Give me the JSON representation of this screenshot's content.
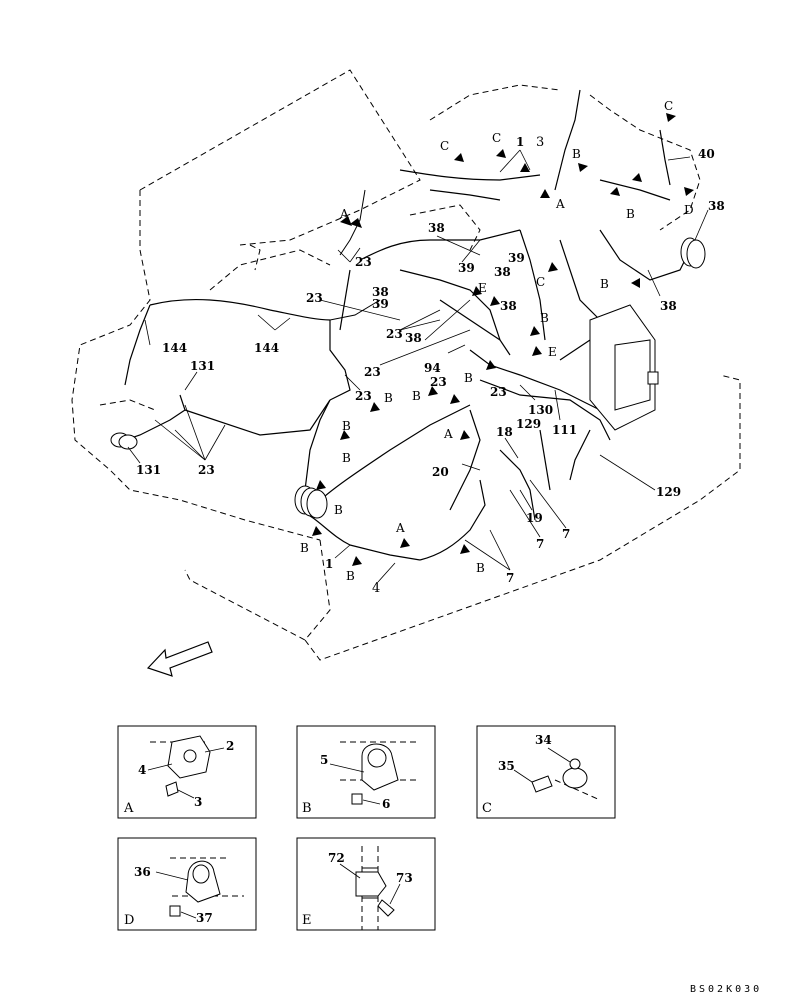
{
  "diagram_code": "BS02K030",
  "callouts": {
    "c1": "1",
    "c3": "3",
    "c1b": "1",
    "c4": "4",
    "c7": "7",
    "c7b": "7",
    "c7c": "7",
    "c18": "18",
    "c19": "19",
    "c20": "20",
    "c23": "23",
    "c38": "38",
    "c39": "39",
    "c40": "40",
    "c94": "94",
    "c111": "111",
    "c129": "129",
    "c130": "130",
    "c131": "131",
    "c144": "144"
  },
  "detail_views": [
    {
      "key": "A",
      "parts": [
        "2",
        "4",
        "3"
      ]
    },
    {
      "key": "B",
      "parts": [
        "5",
        "6"
      ]
    },
    {
      "key": "C",
      "parts": [
        "34",
        "35"
      ]
    },
    {
      "key": "D",
      "parts": [
        "36",
        "37"
      ]
    },
    {
      "key": "E",
      "parts": [
        "72",
        "73"
      ]
    }
  ]
}
